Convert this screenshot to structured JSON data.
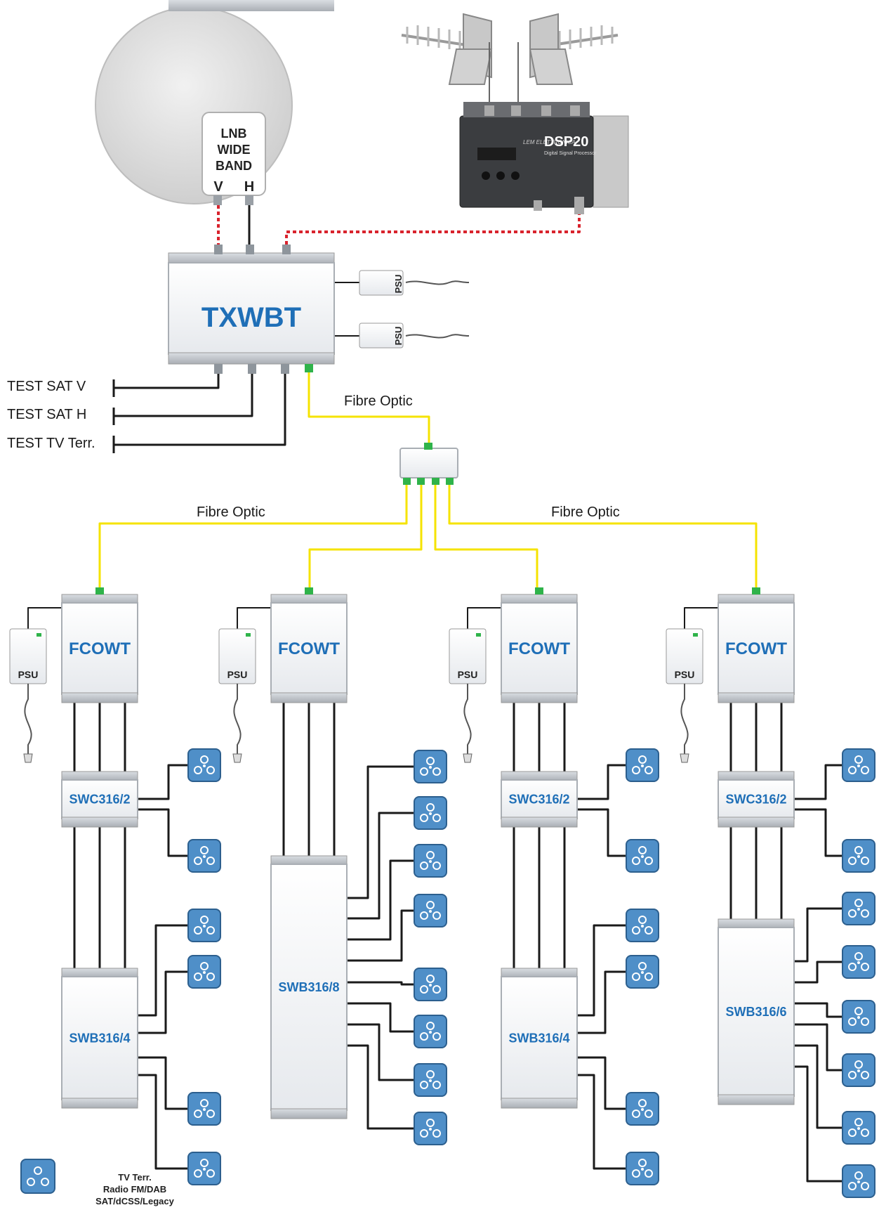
{
  "headend": {
    "lnb": {
      "lines": [
        "LNB",
        "WIDE",
        "BAND"
      ],
      "port_v": "V",
      "port_h": "H"
    },
    "processor": {
      "model": "DSP20",
      "sub": "Digital Signal Processor",
      "brand": "LEM ELETTRONICA"
    },
    "transmitter": "TXWBT",
    "psu": "PSU"
  },
  "test_outputs": [
    "TEST SAT V",
    "TEST SAT H",
    "TEST TV Terr."
  ],
  "fibre_labels": {
    "main": "Fibre Optic",
    "left": "Fibre Optic",
    "right": "Fibre Optic"
  },
  "receivers": {
    "label": "FCOWT",
    "psu": "PSU"
  },
  "multiswitches": {
    "col1_top": "SWC316/2",
    "col1_bottom": "SWB316/4",
    "col2": "SWB316/8",
    "col3_top": "SWC316/2",
    "col3_bottom": "SWB316/4",
    "col4_top": "SWC316/2",
    "col4_bottom": "SWB316/6"
  },
  "legend": {
    "lines": [
      "TV Terr.",
      "Radio FM/DAB",
      "SAT/dCSS/Legacy"
    ]
  },
  "colors": {
    "fibre": "#f5e300",
    "coax": "#1a1a1a",
    "rf_link": "#d9232d",
    "brand_blue": "#1f6fb7",
    "outlet_blue": "#4f8fc8",
    "connector_green": "#2fb34a"
  }
}
